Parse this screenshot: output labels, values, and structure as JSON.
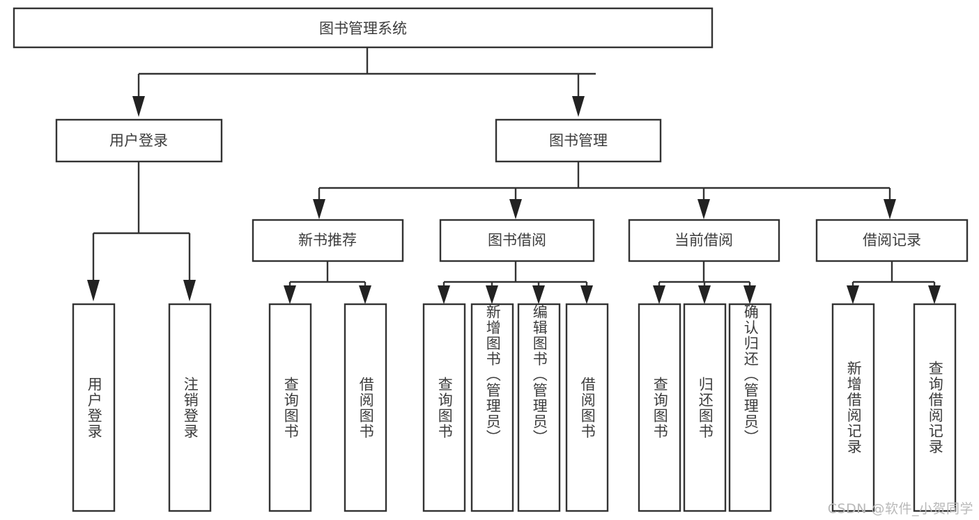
{
  "diagram": {
    "type": "tree",
    "title": "图书管理系统",
    "watermark": "CSDN @软件_小贺同学",
    "colors": {
      "box_stroke": "#333333",
      "box_fill": "#ffffff",
      "text": "#3c3c3c",
      "connector": "#333333",
      "watermark": "#b9b9b9",
      "background": "#ffffff"
    },
    "levels": {
      "root": {
        "label": "图书管理系统"
      },
      "level2": [
        {
          "label": "用户登录"
        },
        {
          "label": "图书管理"
        }
      ],
      "level3": [
        {
          "label": "新书推荐"
        },
        {
          "label": "图书借阅"
        },
        {
          "label": "当前借阅"
        },
        {
          "label": "借阅记录"
        }
      ]
    },
    "leaves": {
      "user_login": [
        {
          "label": "用户登录"
        },
        {
          "label": "注销登录"
        }
      ],
      "new_book_recommend": [
        {
          "label": "查询图书"
        },
        {
          "label": "借阅图书"
        }
      ],
      "book_borrow": [
        {
          "label": "查询图书"
        },
        {
          "label": "新增图书（管理员）"
        },
        {
          "label": "编辑图书（管理员）"
        },
        {
          "label": "借阅图书"
        }
      ],
      "current_borrow": [
        {
          "label": "查询图书"
        },
        {
          "label": "归还图书"
        },
        {
          "label": "确认归还（管理员）"
        }
      ],
      "borrow_record": [
        {
          "label": "新增借阅记录"
        },
        {
          "label": "查询借阅记录"
        }
      ]
    }
  }
}
